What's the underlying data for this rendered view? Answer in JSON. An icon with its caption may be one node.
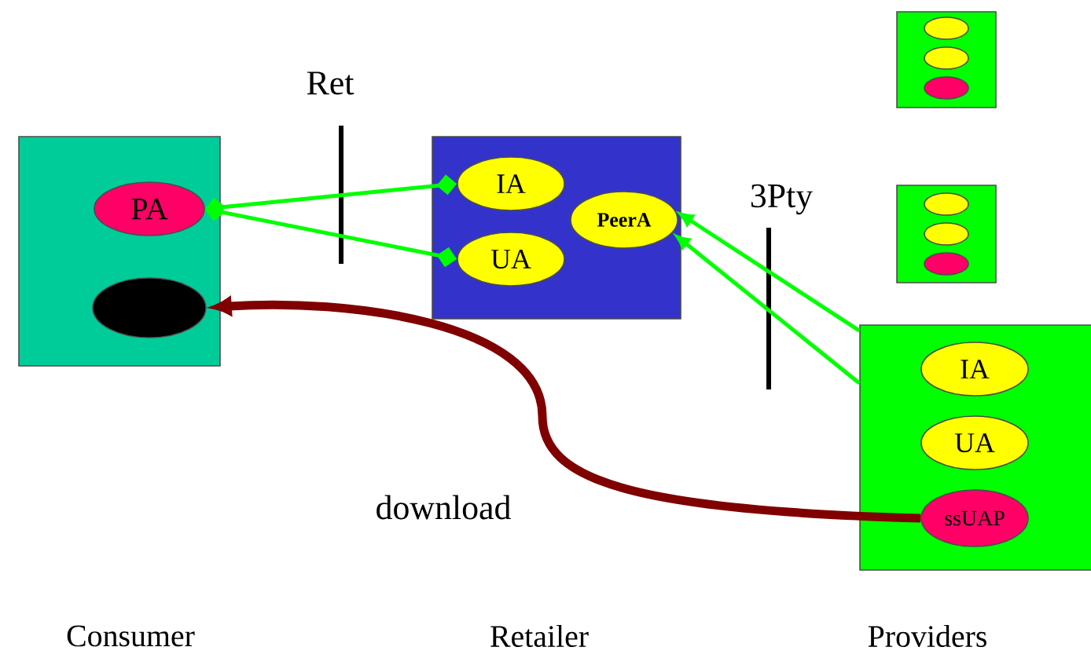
{
  "diagram": {
    "nodes": [
      {
        "text": [],
        "shape": "box"
      },
      {
        "text": [
          "PA"
        ],
        "in": 0
      },
      {
        "text": [],
        "shape": "circle",
        "in": 0
      },
      {
        "text": [],
        "shape": "box"
      },
      {
        "text": [
          "IA"
        ],
        "in": 3
      },
      {
        "text": [
          "UA"
        ],
        "in": 3
      },
      {
        "text": [
          "PeerA"
        ],
        "in": 3
      },
      {
        "text": [],
        "shape": "box"
      },
      {
        "text": [],
        "shape": "circle",
        "in": 7
      },
      {
        "text": [],
        "shape": "circle",
        "in": 7
      },
      {
        "text": [],
        "shape": "circle",
        "in": 7
      },
      {
        "text": [],
        "shape": "box"
      },
      {
        "text": [],
        "shape": "circle",
        "in": 11
      },
      {
        "text": [],
        "shape": "circle",
        "in": 11
      },
      {
        "text": [],
        "shape": "circle",
        "in": 11
      },
      {
        "text": [],
        "shape": "box"
      },
      {
        "text": [
          "IA"
        ],
        "in": 15
      },
      {
        "text": [
          "UA"
        ],
        "in": 15
      },
      {
        "text": [
          "ssUAP"
        ],
        "in": 15
      }
    ],
    "edges": [
      {
        "from": 1,
        "to": 4,
        "arrow": "other"
      },
      {
        "from": 1,
        "to": 5,
        "arrow": "other"
      },
      {
        "from": 15,
        "to": 6,
        "arrow": "to"
      },
      {
        "from": 15,
        "to": 6,
        "arrow": "to"
      },
      {
        "from": 18,
        "to": 2,
        "arrow": "to",
        "style": "thick",
        "color": "#800000"
      }
    ],
    "labels": [
      "Ret",
      "3Pty",
      "download",
      "Consumer",
      "Retailer",
      "Providers"
    ]
  }
}
